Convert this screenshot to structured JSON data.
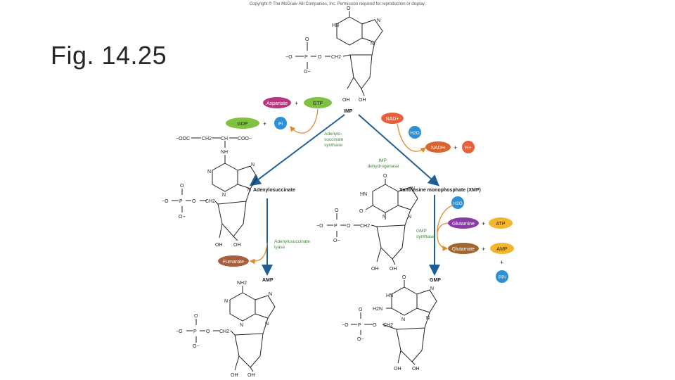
{
  "slide": {
    "title": "Fig. 14.25"
  },
  "copyright": "Copyright © The McGraw-Hill Companies, Inc. Permission required for reproduction or display.",
  "colors": {
    "arrow": "#1f5f96",
    "curve": "#e08a2c",
    "label_green": "#3a8a3a",
    "aspartate": "#b5357e",
    "gtp": "#7fc241",
    "gdp": "#7fc241",
    "pi": "#2f8fd6",
    "nad": "#e8603c",
    "water": "#2f8fd6",
    "nadh": "#d9642d",
    "hplus": "#e8603c",
    "fumarate": "#a85d3b",
    "glutamine": "#8a3aa3",
    "glutamate": "#a0662c",
    "atp": "#f4b62c",
    "amp": "#f4b62c",
    "ppi": "#2f8fd6"
  },
  "molecules": {
    "imp": "IMP",
    "adenylosuccinate": "Adenylosuccinate",
    "xmp": "Xanthosine monophosphate (XMP)",
    "amp": "AMP",
    "gmp": "GMP"
  },
  "reactants": {
    "aspartate": "Aspartate",
    "gtp": "GTP",
    "gdp": "GDP",
    "pi": "Pi",
    "nad": "NAD+",
    "water": "H2O",
    "nadh": "NADH",
    "hplus": "H+",
    "fumarate": "Fumarate",
    "water2": "H2O",
    "glutamine": "Glutamine",
    "atp": "ATP",
    "glutamate": "Glutamate",
    "amp_side": "AMP",
    "ppi": "PPi",
    "plus": "+"
  },
  "enzymes": {
    "adenylosuccinate_synthase": [
      "Adenylo-",
      "succinate",
      "synthase"
    ],
    "imp_dehydrogenase": [
      "IMP",
      "dehydrogenase"
    ],
    "adenylosuccinate_lyase": [
      "Adenylosuccinate",
      "lyase"
    ],
    "gmp_synthase": [
      "GMP",
      "synthase"
    ]
  },
  "atoms": {
    "O": "O",
    "N": "N",
    "HN": "HN",
    "NH": "NH",
    "NH2": "NH2",
    "H2N": "H2N",
    "P": "P",
    "OH": "OH",
    "CH2": "CH2",
    "CH": "CH",
    "minus_O": "−O",
    "O_minus": "O−",
    "coo": "COO−",
    "ooc": "−OOC"
  }
}
